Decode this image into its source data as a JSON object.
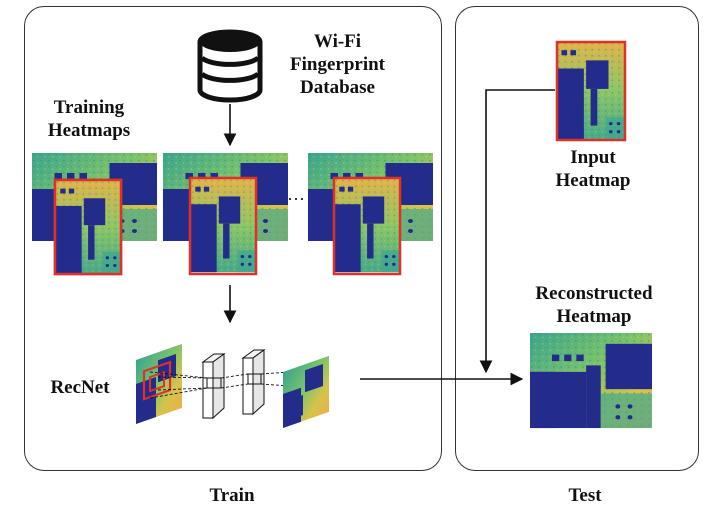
{
  "train": {
    "panel_label": "Train",
    "db_label_lines": [
      "Wi-Fi",
      "Fingerprint",
      "Database"
    ],
    "training_label_lines": [
      "Training",
      "Heatmaps"
    ],
    "ellipsis": "···",
    "recnet_label": "RecNet"
  },
  "test": {
    "panel_label": "Test",
    "input_label_lines": [
      "Input",
      "Heatmap"
    ],
    "output_label_lines": [
      "Reconstructed",
      "Heatmap"
    ]
  },
  "icons": {
    "database": "database-icon",
    "heatmap": "heatmap-image",
    "network": "cnn-icon"
  },
  "colors": {
    "navy": "#232c8a",
    "teal": "#3fa98e",
    "green": "#78c36a",
    "yellow": "#d8c24a",
    "orange": "#e8b04a",
    "highlight": "#e0302a",
    "line": "#111111"
  }
}
